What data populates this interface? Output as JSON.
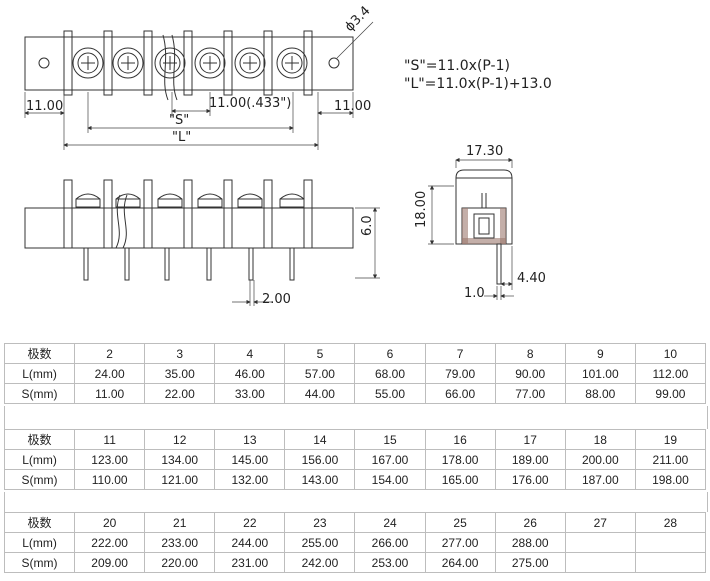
{
  "drawing": {
    "diameter_label": "ϕ3.4",
    "formula_s": "\"S\"=11.0x(P-1)",
    "formula_l": "\"L\"=11.0x(P-1)+13.0",
    "dim_left_margin": "11.00",
    "dim_pitch": "11.00(.433\")",
    "dim_right_margin": "11.00",
    "label_s": "\"S\"",
    "label_l": "\"L\"",
    "dim_pin_height": "6.0",
    "dim_pin_spacing": "2.00",
    "dim_width": "17.30",
    "dim_height": "18.00",
    "dim_pin_offset": "4.40",
    "dim_pin_thickness": "1.0"
  },
  "table": {
    "headers": {
      "poles": "极数",
      "l": "L(mm)",
      "s": "S(mm)"
    },
    "blocks": [
      {
        "poles": [
          "2",
          "3",
          "4",
          "5",
          "6",
          "7",
          "8",
          "9",
          "10"
        ],
        "l": [
          "24.00",
          "35.00",
          "46.00",
          "57.00",
          "68.00",
          "79.00",
          "90.00",
          "101.00",
          "112.00"
        ],
        "s": [
          "11.00",
          "22.00",
          "33.00",
          "44.00",
          "55.00",
          "66.00",
          "77.00",
          "88.00",
          "99.00"
        ]
      },
      {
        "poles": [
          "11",
          "12",
          "13",
          "14",
          "15",
          "16",
          "17",
          "18",
          "19"
        ],
        "l": [
          "123.00",
          "134.00",
          "145.00",
          "156.00",
          "167.00",
          "178.00",
          "189.00",
          "200.00",
          "211.00"
        ],
        "s": [
          "110.00",
          "121.00",
          "132.00",
          "143.00",
          "154.00",
          "165.00",
          "176.00",
          "187.00",
          "198.00"
        ]
      },
      {
        "poles": [
          "20",
          "21",
          "22",
          "23",
          "24",
          "25",
          "26",
          "27",
          "28"
        ],
        "l": [
          "222.00",
          "233.00",
          "244.00",
          "255.00",
          "266.00",
          "277.00",
          "288.00",
          "",
          ""
        ],
        "s": [
          "209.00",
          "220.00",
          "231.00",
          "242.00",
          "253.00",
          "264.00",
          "275.00",
          "",
          ""
        ]
      }
    ]
  }
}
